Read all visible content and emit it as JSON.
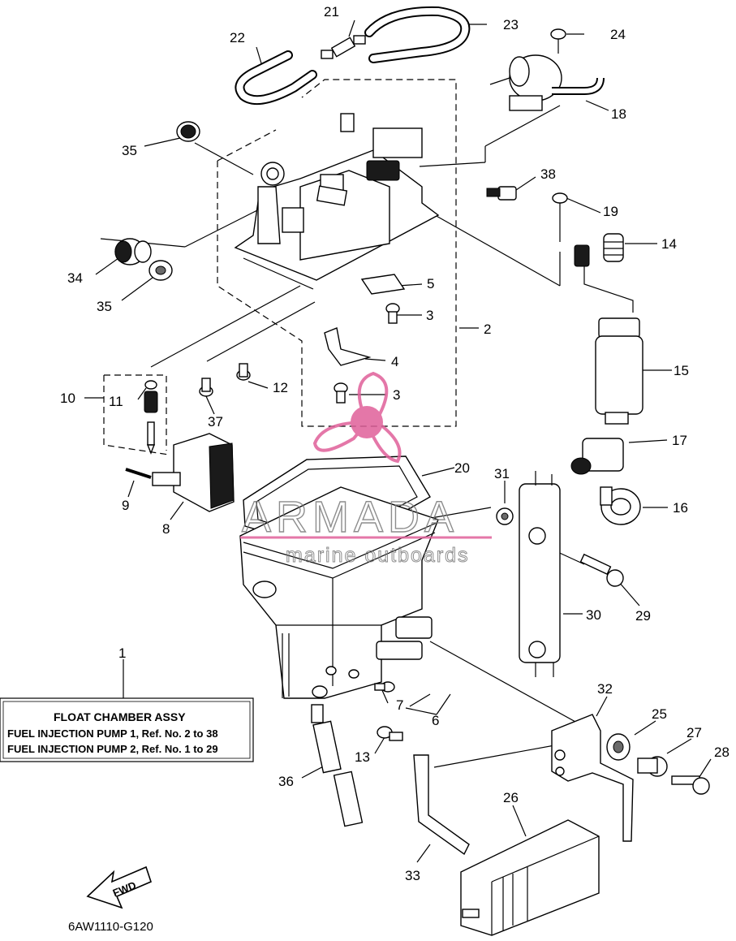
{
  "callouts": [
    "1",
    "2",
    "3",
    "3",
    "4",
    "5",
    "6",
    "7",
    "8",
    "9",
    "10",
    "11",
    "12",
    "13",
    "14",
    "15",
    "16",
    "17",
    "18",
    "19",
    "20",
    "21",
    "22",
    "23",
    "24",
    "25",
    "26",
    "27",
    "28",
    "29",
    "30",
    "31",
    "32",
    "33",
    "34",
    "35",
    "35",
    "36",
    "37",
    "38"
  ],
  "note": {
    "title": "FLOAT  CHAMBER  ASSY",
    "line1": "FUEL INJECTION PUMP 1,  Ref.  No.  2  to  38",
    "line2": "FUEL INJECTION PUMP 2,  Ref.  No.  1  to  29"
  },
  "watermark": {
    "brand": "ARMADA",
    "tagline": "marine outboards",
    "color": "#e0609a"
  },
  "fwd_label": "FWD",
  "diagram_code": "6AW1110-G120"
}
